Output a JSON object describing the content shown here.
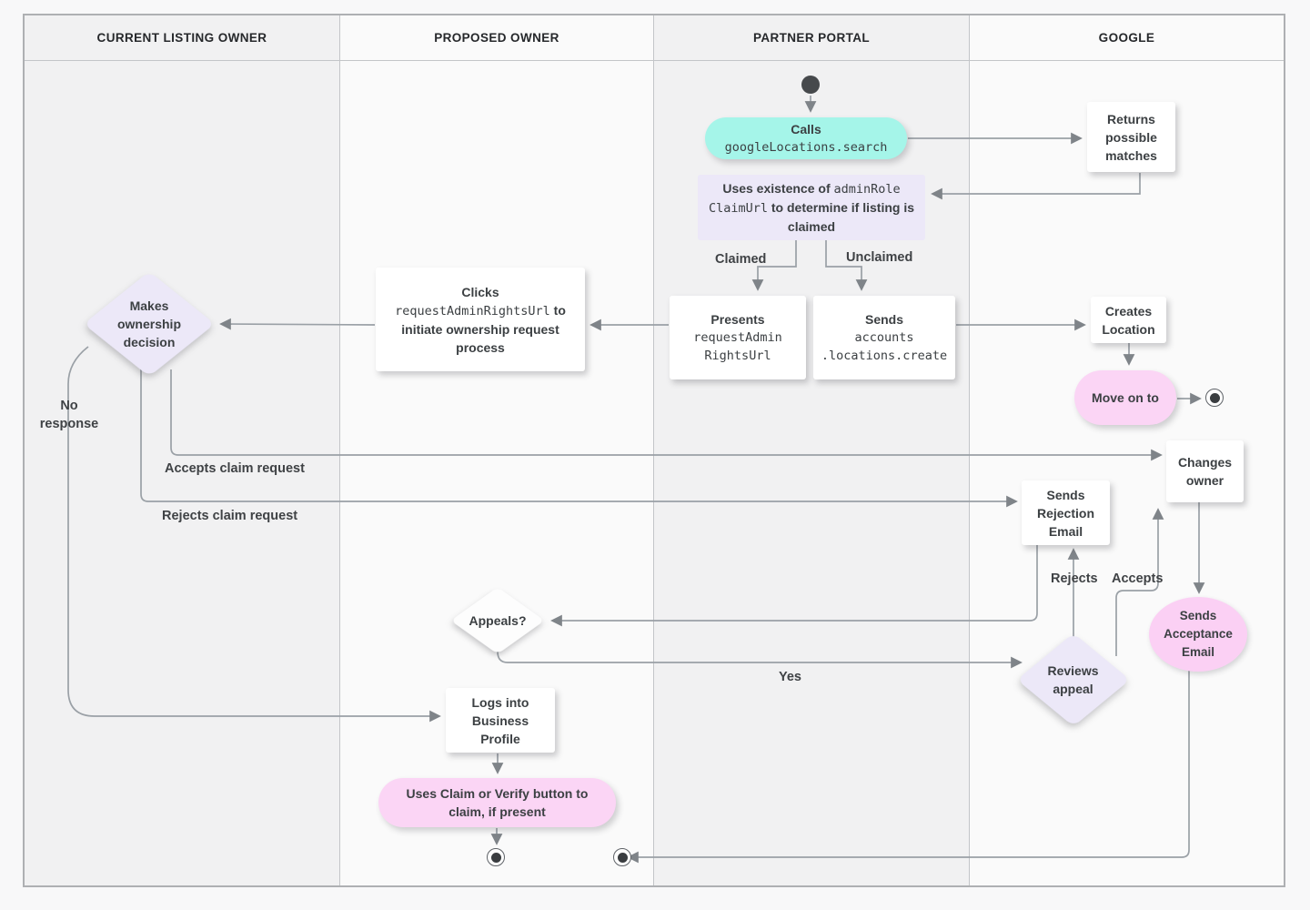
{
  "lanes": [
    {
      "label": "CURRENT LISTING OWNER"
    },
    {
      "label": "PROPOSED OWNER"
    },
    {
      "label": "PARTNER PORTAL"
    },
    {
      "label": "GOOGLE"
    }
  ],
  "nodes": {
    "calls": {
      "title": "Calls",
      "code": "googleLocations.search"
    },
    "returns_possible_matches": {
      "label": "Returns possible matches"
    },
    "uses_existence": {
      "pre": "Uses existence of",
      "code": "adminRoleClaimUrl",
      "post": "to determine if listing is claimed"
    },
    "presents": {
      "title": "Presents",
      "code": "requestAdminRightsUrl"
    },
    "sends_create": {
      "title": "Sends",
      "code": "accounts.locations.create"
    },
    "creates_location": {
      "label": "Creates Location"
    },
    "move_on_to": {
      "label": "Move on to"
    },
    "clicks": {
      "title": "Clicks",
      "code": "requestAdminRightsUrl",
      "post": "to initiate ownership request process"
    },
    "makes_ownership_decision": {
      "label": "Makes ownership decision"
    },
    "sends_rejection_email": {
      "label": "Sends Rejection Email"
    },
    "changes_owner": {
      "label": "Changes owner"
    },
    "appeals": {
      "label": "Appeals?"
    },
    "reviews_appeal": {
      "label": "Reviews appeal"
    },
    "sends_acceptance_email": {
      "label": "Sends Acceptance Email"
    },
    "logs_into_business_profile": {
      "label": "Logs into Business Profile"
    },
    "uses_claim_or_verify": {
      "label": "Uses Claim or Verify button to claim, if present"
    }
  },
  "edge_labels": {
    "claimed": "Claimed",
    "unclaimed": "Unclaimed",
    "no_response": "No response",
    "accepts_claim": "Accepts claim request",
    "rejects_claim": "Rejects claim request",
    "rejects": "Rejects",
    "accepts": "Accepts",
    "yes": "Yes"
  },
  "colors": {
    "teal_node": "#a5f5e9",
    "lavender_node": "#ece8f8",
    "pink_node": "#fbd5f5",
    "edge_line": "#9aa0a6",
    "text": "#3c4043"
  }
}
